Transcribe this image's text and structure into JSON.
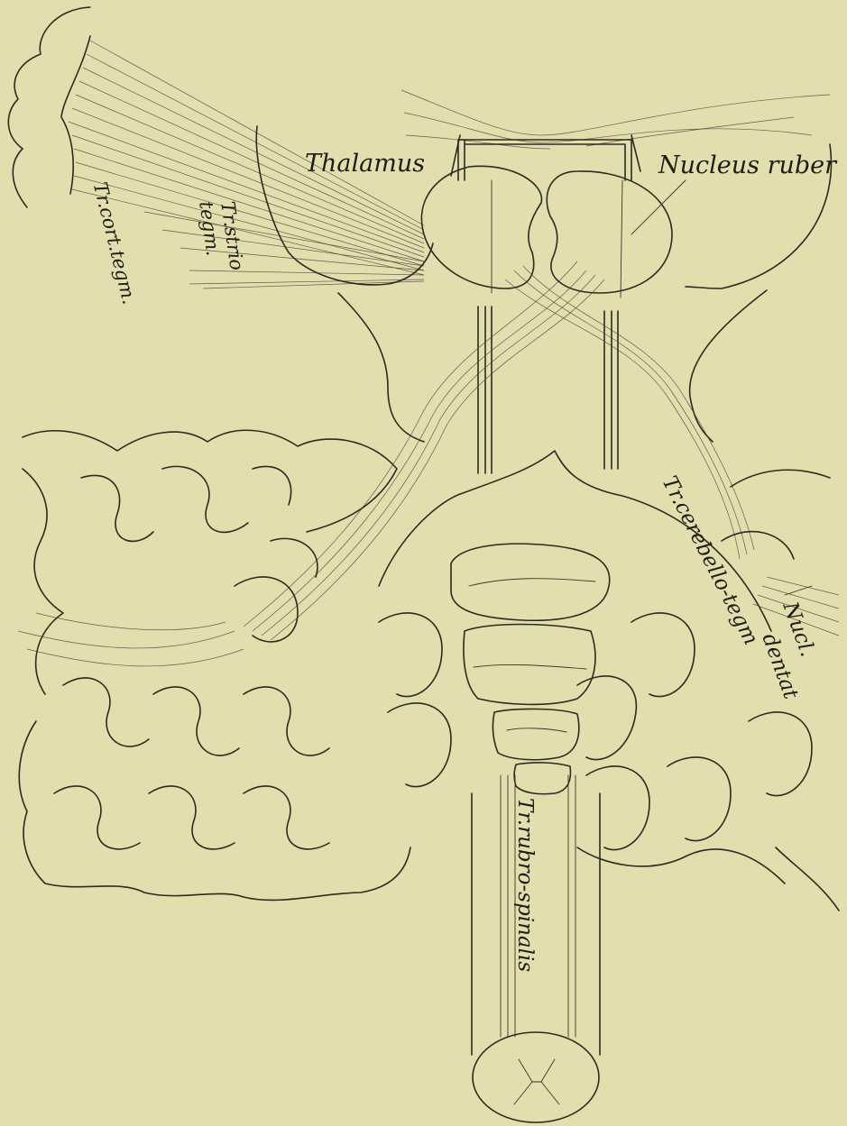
{
  "labels": {
    "thalamus": "Thalamus",
    "nucleus_ruber": "Nucleus ruber",
    "tr_cort_tegm": "Tr.cort.tegm.",
    "tr_strio_tegm_1": "Tr.strio",
    "tr_strio_tegm_2": "tegm.",
    "tr_cerebello_tegm": "Tr.cerebello-tegm",
    "nucl_dentat_1": "Nucl.",
    "nucl_dentat_2": "dentat",
    "tr_rubro_spinalis": "Tr.rubro-spinalis"
  },
  "colors": {
    "paper": "#e3deae",
    "ink": "#2d2a22"
  }
}
